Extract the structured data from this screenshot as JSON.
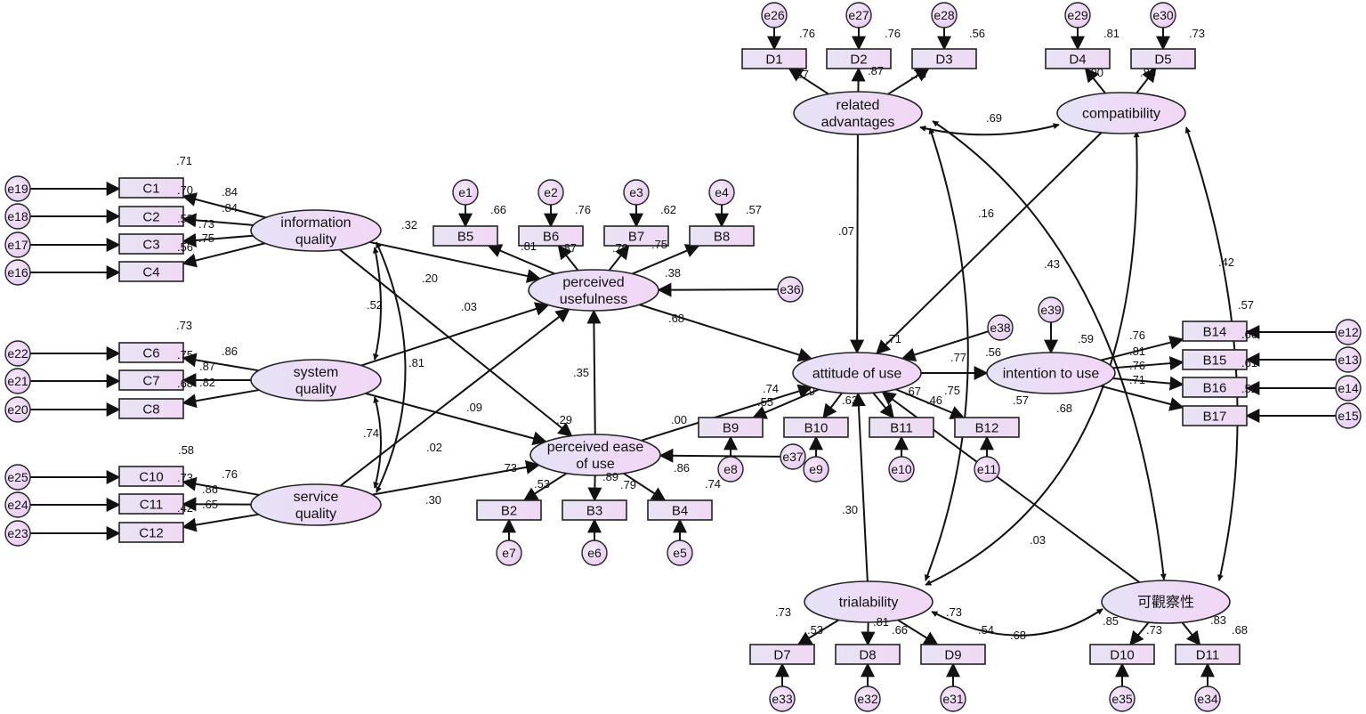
{
  "latents": [
    {
      "id": "info",
      "label": [
        "information",
        "quality"
      ]
    },
    {
      "id": "sys",
      "label": [
        "system",
        "quality"
      ]
    },
    {
      "id": "serv",
      "label": [
        "service",
        "quality"
      ]
    },
    {
      "id": "pu",
      "label": [
        "perceived",
        "usefulness"
      ]
    },
    {
      "id": "peou",
      "label": [
        "perceived ease",
        "of use"
      ]
    },
    {
      "id": "att",
      "label": [
        "attitude of use"
      ]
    },
    {
      "id": "int",
      "label": [
        "intention to use"
      ]
    },
    {
      "id": "ra",
      "label": [
        "related",
        "advantages"
      ]
    },
    {
      "id": "comp",
      "label": [
        "compatibility"
      ]
    },
    {
      "id": "tri",
      "label": [
        "trialability"
      ]
    },
    {
      "id": "obs",
      "label": [
        "可觀察性"
      ]
    }
  ],
  "indicators": [
    "C1",
    "C2",
    "C3",
    "C4",
    "C6",
    "C7",
    "C8",
    "C10",
    "C11",
    "C12",
    "B5",
    "B6",
    "B7",
    "B8",
    "B2",
    "B3",
    "B4",
    "B9",
    "B10",
    "B11",
    "B12",
    "B14",
    "B15",
    "B16",
    "B17",
    "D1",
    "D2",
    "D3",
    "D4",
    "D5",
    "D7",
    "D8",
    "D9",
    "D10",
    "D11"
  ],
  "errors": [
    "e19",
    "e18",
    "e17",
    "e16",
    "e22",
    "e21",
    "e20",
    "e25",
    "e24",
    "e23",
    "e1",
    "e2",
    "e3",
    "e4",
    "e7",
    "e6",
    "e5",
    "e8",
    "e9",
    "e10",
    "e11",
    "e12",
    "e13",
    "e14",
    "e15",
    "e26",
    "e27",
    "e28",
    "e29",
    "e30",
    "e33",
    "e32",
    "e31",
    "e35",
    "e34",
    "e36",
    "e37",
    "e38",
    "e39"
  ],
  "coefficients": [
    ".71",
    ".84",
    ".70",
    ".84",
    ".53",
    ".73",
    ".75",
    ".56",
    ".73",
    ".86",
    ".75",
    ".87",
    ".68",
    ".82",
    ".58",
    ".76",
    ".73",
    ".86",
    ".42",
    ".65",
    ".52",
    ".74",
    ".32",
    ".20",
    ".03",
    ".81",
    ".09",
    ".02",
    ".30",
    ".66",
    ".76",
    ".62",
    ".57",
    ".81",
    ".87",
    ".79",
    ".75",
    ".38",
    ".35",
    ".29",
    ".68",
    ".00",
    ".73",
    ".53",
    ".89",
    ".79",
    ".86",
    ".74",
    ".71",
    ".74",
    ".55",
    ".79",
    ".63",
    ".67",
    ".46",
    ".75",
    ".77",
    ".56",
    ".57",
    ".59",
    ".76",
    ".81",
    ".76",
    ".71",
    ".57",
    ".66",
    ".61",
    ".52",
    ".76",
    ".76",
    ".56",
    ".81",
    ".73",
    ".87",
    ".87",
    ".75",
    ".90",
    ".86",
    ".69",
    ".07",
    ".16",
    ".43",
    ".42",
    ".68",
    ".30",
    ".03",
    ".73",
    ".53",
    ".81",
    ".66",
    ".73",
    ".54",
    ".68",
    ".85",
    ".73",
    ".83",
    ".68"
  ]
}
